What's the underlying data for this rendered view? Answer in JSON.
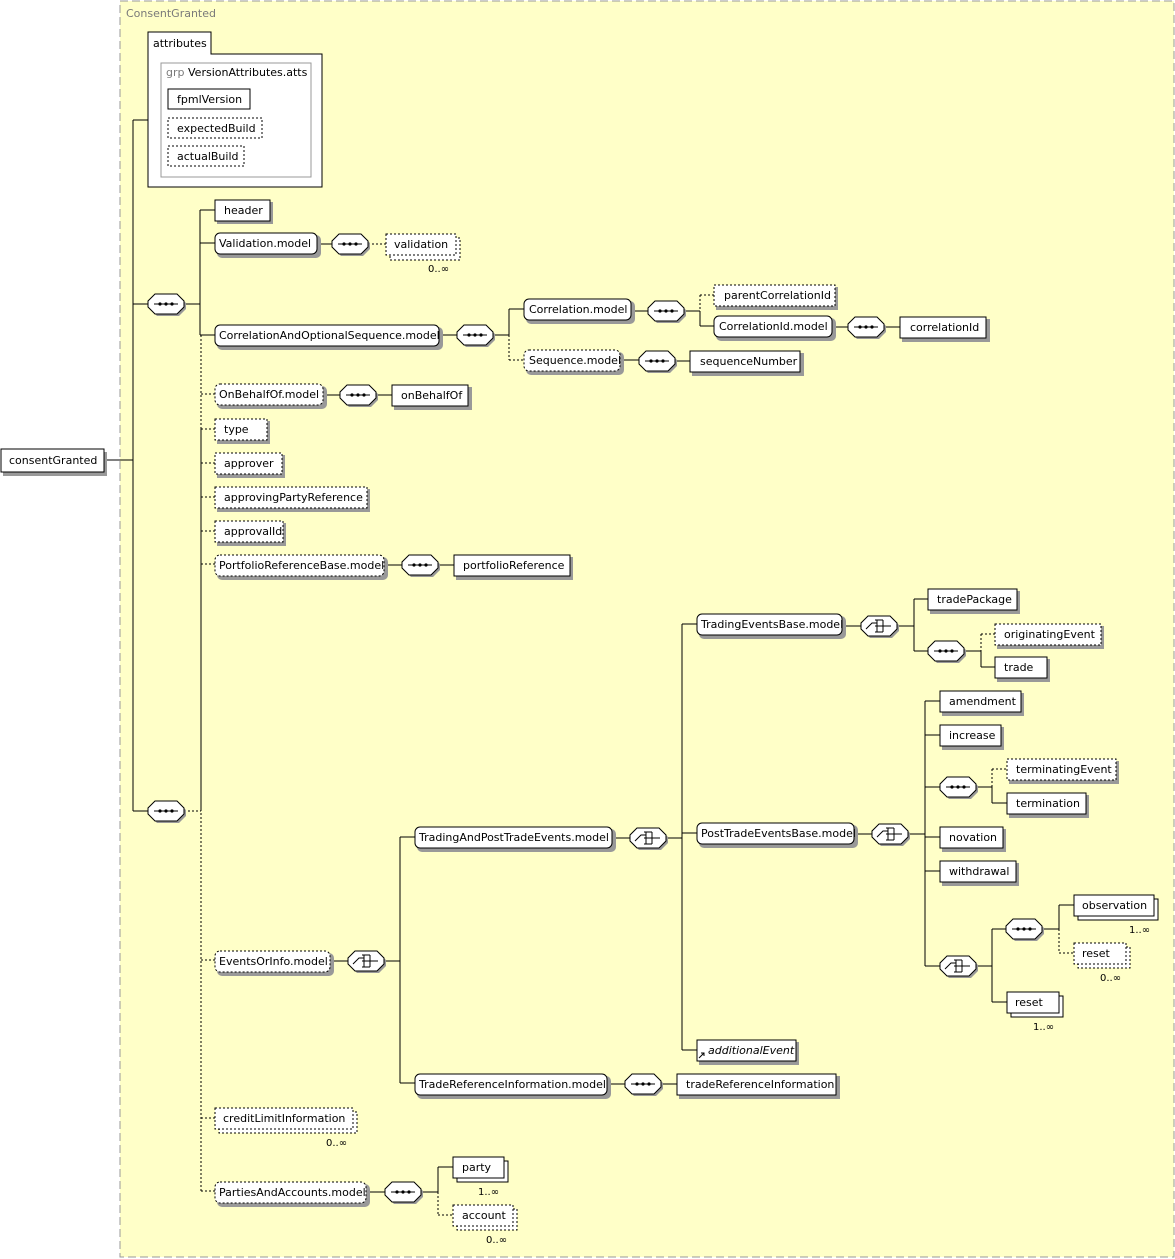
{
  "container": {
    "title": "ConsentGranted"
  },
  "attributes": {
    "label": "attributes",
    "group_prefix": "grp",
    "group_name": "VersionAttributes.atts",
    "items": [
      "fpmlVersion",
      "expectedBuild",
      "actualBuild"
    ]
  },
  "root": {
    "label": "consentGranted"
  },
  "labels": {
    "header": "header",
    "validation_model": "Validation.model",
    "validation": "validation",
    "correlation_seq_model": "CorrelationAndOptionalSequence.model",
    "correlation_model": "Correlation.model",
    "parent_correlation_id": "parentCorrelationId",
    "correlation_id_model": "CorrelationId.model",
    "correlation_id": "correlationId",
    "sequence_model": "Sequence.model",
    "sequence_number": "sequenceNumber",
    "on_behalf_of_model": "OnBehalfOf.model",
    "on_behalf_of": "onBehalfOf",
    "type": "type",
    "approver": "approver",
    "approving_party_reference": "approvingPartyReference",
    "approval_id": "approvalId",
    "portfolio_ref_model": "PortfolioReferenceBase.model",
    "portfolio_reference": "portfolioReference",
    "trading_events_base_model": "TradingEventsBase.model",
    "trade_package": "tradePackage",
    "originating_event": "originatingEvent",
    "trade": "trade",
    "amendment": "amendment",
    "increase": "increase",
    "terminating_event": "terminatingEvent",
    "termination": "termination",
    "trading_post_trade_model": "TradingAndPostTradeEvents.model",
    "post_trade_events_model": "PostTradeEventsBase.model",
    "novation": "novation",
    "withdrawal": "withdrawal",
    "observation": "observation",
    "reset_optional": "reset",
    "reset": "reset",
    "events_or_info_model": "EventsOrInfo.model",
    "additional_event": "additionalEvent",
    "trade_ref_info_model": "TradeReferenceInformation.model",
    "trade_reference_information": "tradeReferenceInformation",
    "credit_limit_information": "creditLimitInformation",
    "parties_accounts_model": "PartiesAndAccounts.model",
    "party": "party",
    "account": "account"
  },
  "cardinalities": {
    "validation": "0..∞",
    "observation": "1..∞",
    "reset_optional": "0..∞",
    "reset": "1..∞",
    "credit_limit_information": "0..∞",
    "party": "1..∞",
    "account": "0..∞"
  },
  "colors": {
    "background": "#ffffc8",
    "container_border": "#999999",
    "line": "#000000",
    "box_fill": "#ffffff",
    "grey_text": "#7a7a7a"
  }
}
